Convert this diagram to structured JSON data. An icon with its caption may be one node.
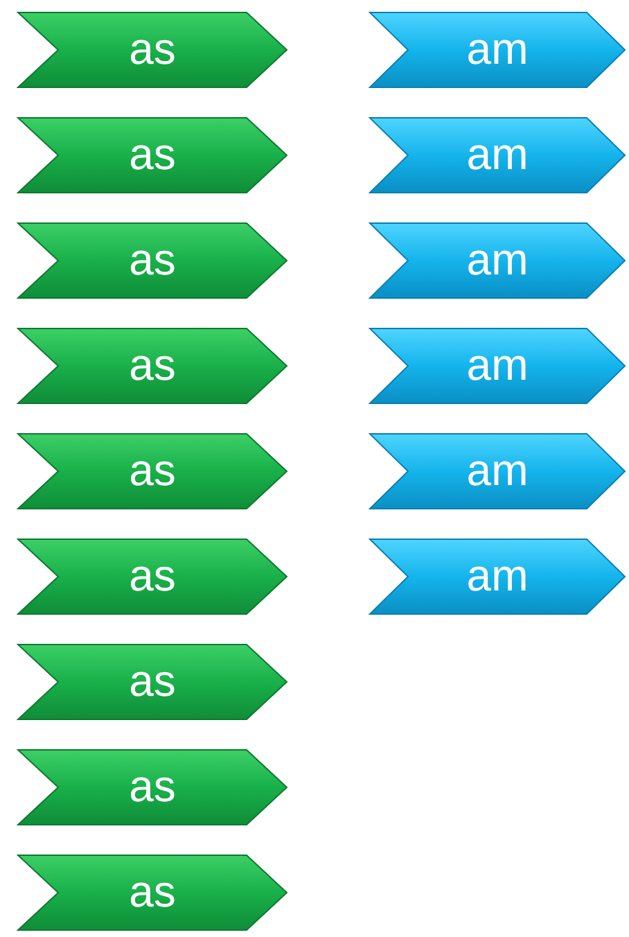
{
  "diagram": {
    "nodes": [
      {
        "text": [
          "as"
        ]
      },
      {
        "text": [
          "as"
        ]
      },
      {
        "text": [
          "as"
        ]
      },
      {
        "text": [
          "as"
        ]
      },
      {
        "text": [
          "as"
        ]
      },
      {
        "text": [
          "as"
        ]
      },
      {
        "text": [
          "as"
        ]
      },
      {
        "text": [
          "as"
        ]
      },
      {
        "text": [
          "as"
        ]
      },
      {
        "text": [
          "am"
        ]
      },
      {
        "text": [
          "am"
        ]
      },
      {
        "text": [
          "am"
        ]
      },
      {
        "text": [
          "am"
        ]
      },
      {
        "text": [
          "am"
        ]
      },
      {
        "text": [
          "am"
        ]
      }
    ]
  }
}
